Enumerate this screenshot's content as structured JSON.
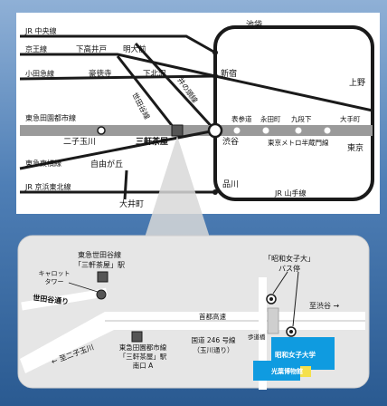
{
  "colors": {
    "bg_top": "#6f96c4",
    "bg_bottom": "#2f5f95",
    "line": "#1a1a1a",
    "den_en_toshi": "#9a9a9a",
    "detail_bg": "#e6e6e6",
    "road": "#ffffff",
    "school": "#0f9be0",
    "museum": "#f5e04a",
    "highlight_label": "#ffffff"
  },
  "route_map": {
    "lines": {
      "chuo": "JR 中央線",
      "keio": "京王線",
      "odakyu": "小田急線",
      "den_en_toshi": "東急田園都市線",
      "toyoko": "東急東横線",
      "keihin_tohoku": "JR 京浜東北線",
      "setagaya": "世田谷線",
      "inokashira": "井の頭線",
      "tokyo_metro_hanzomon": "東京メトロ半蔵門線",
      "yamanote": "JR 山手線"
    },
    "stations": {
      "ikebukuro": "池袋",
      "shimotakaido": "下高井戸",
      "meidaimae": "明大前",
      "gotokuji": "豪徳寺",
      "shimokitazawa": "下北沢",
      "shinjuku": "新宿",
      "ueno": "上野",
      "omotesando": "表参道",
      "nagatacho": "永田町",
      "kudanshita": "九段下",
      "otemachi": "大手町",
      "futakotamagawa": "二子玉川",
      "sangenjaya": "三軒茶屋",
      "shibuya": "渋谷",
      "tokyo": "東京",
      "jiyugaoka": "自由が丘",
      "shinagawa": "品川",
      "oimachi": "大井町"
    }
  },
  "detail_map": {
    "setagaya_line_station": [
      "東急世田谷線",
      "「三軒茶屋」駅"
    ],
    "carrot_tower": [
      "キャロット",
      "タワー"
    ],
    "setagaya_dori": "世田谷通り",
    "bus_stop": [
      "「昭和女子大」",
      "バス停"
    ],
    "to_shibuya": "至渋谷 →",
    "shuto_kosoku": "首都高速",
    "route246": [
      "国道 246 号線",
      "（玉川通り）"
    ],
    "pedestrian_bridge": "歩道橋",
    "to_futakotamagawa": "← 至二子玉川",
    "den_en_toshi_exit": [
      "東急田園都市線",
      "「三軒茶屋」駅",
      "南口 A"
    ],
    "school_name": "昭和女子大学",
    "museum_name": "光葉博物館"
  }
}
